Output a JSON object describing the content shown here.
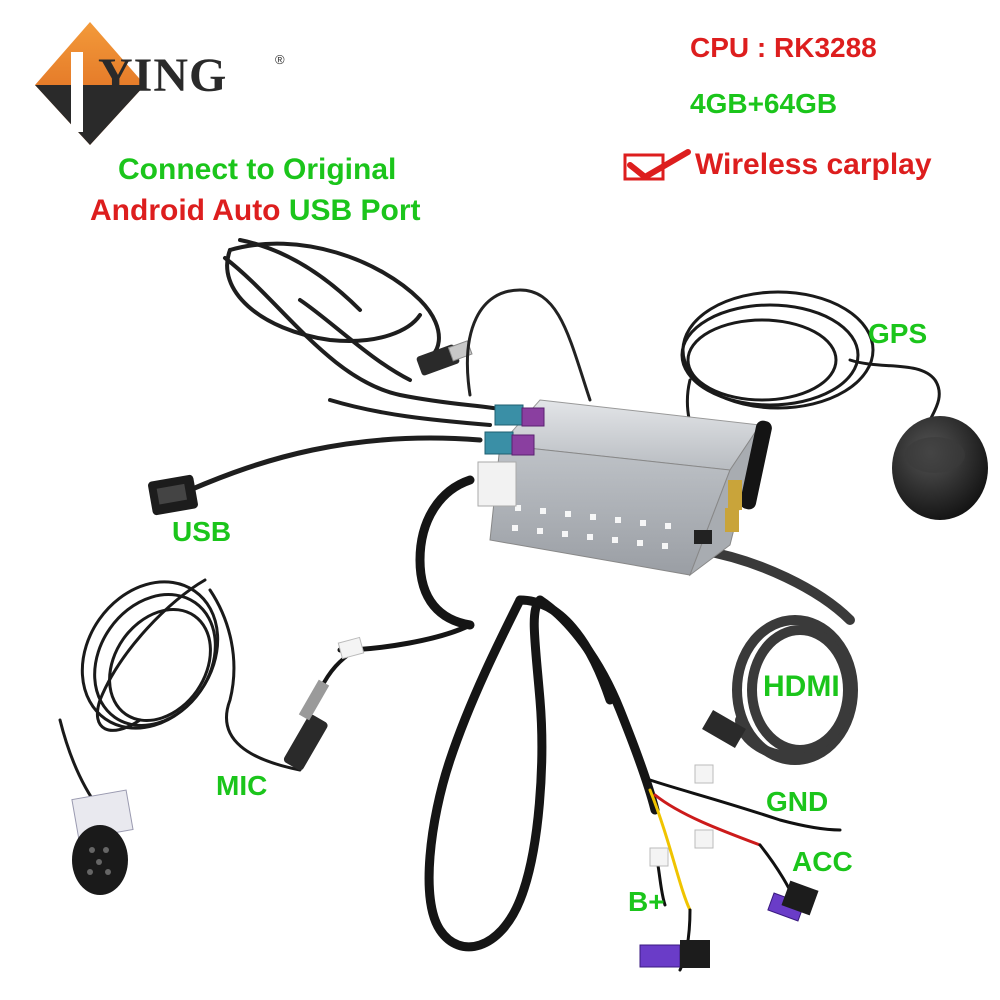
{
  "brand": {
    "initial": "I",
    "word": "YING",
    "registered": "®"
  },
  "specs": {
    "cpu": "CPU : RK3288",
    "memory": "4GB+64GB",
    "wireless": "Wireless carplay"
  },
  "connect_note": {
    "line1": "Connect to Original",
    "line2_red": "Android Auto",
    "line2_green": "USB Port"
  },
  "labels": {
    "gps": "GPS",
    "usb": "USB",
    "hdmi": "HDMI",
    "mic": "MIC",
    "gnd": "GND",
    "acc": "ACC",
    "b_plus": "B+"
  },
  "colors": {
    "label_green": "#1bc51b",
    "label_red": "#dd1e1e",
    "logo_orange": "#e8731c",
    "logo_dark": "#2a2a2a",
    "box_silver": "#c9ccd0",
    "fakra_blue": "#3a8fa6",
    "fakra_purple": "#8a3fa0",
    "fuse_purple": "#6a3cc8"
  },
  "icons": [
    "diamond-logo-icon",
    "checkmark-icon"
  ]
}
